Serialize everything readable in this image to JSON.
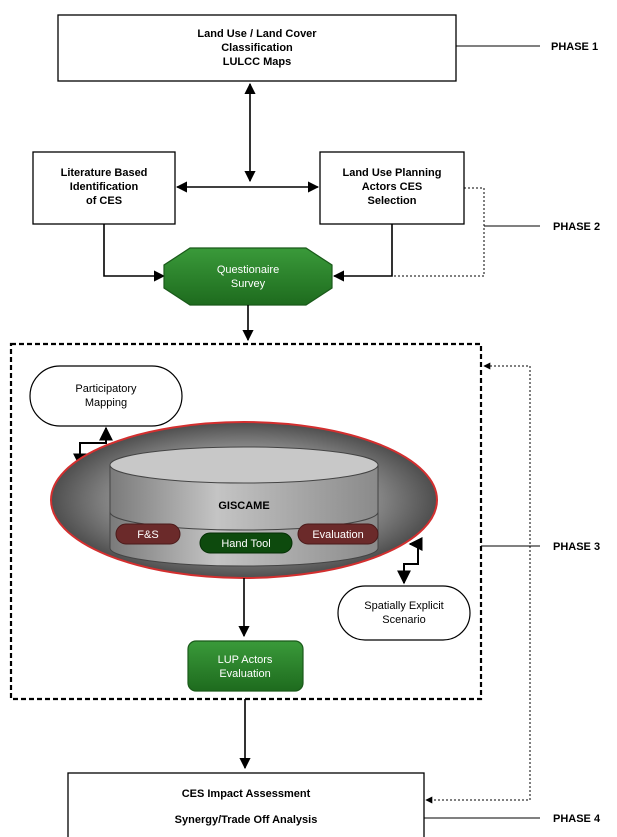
{
  "phase1": {
    "box_lines": [
      "Land Use / Land Cover",
      "Classification",
      "LULCC Maps"
    ],
    "label": "PHASE 1"
  },
  "phase2": {
    "literature_lines": [
      "Literature Based",
      "Identification",
      "of CES"
    ],
    "lup_selection_lines": [
      "Land Use Planning",
      "Actors CES",
      "Selection"
    ],
    "survey_lines": [
      "Questionaire",
      "Survey"
    ],
    "label": "PHASE 2"
  },
  "phase3": {
    "participatory_lines": [
      "Participatory",
      "Mapping"
    ],
    "giscame_title": "GISCAME",
    "modules": {
      "fs": "F&S",
      "hand_tool": "Hand Tool",
      "evaluation": "Evaluation"
    },
    "scenario_lines": [
      "Spatially Explicit",
      "Scenario"
    ],
    "lup_eval_lines": [
      "LUP Actors",
      "Evaluation"
    ],
    "label": "PHASE 3"
  },
  "phase4": {
    "box_lines": [
      "CES Impact Assessment",
      "Synergy/Trade Off Analysis"
    ],
    "label": "PHASE 4"
  },
  "colors": {
    "green_shape": "#2e7d32",
    "dark_green": "#0d4a0d",
    "maroon": "#6b2a2a",
    "ellipse_border": "#d32f2f",
    "gray": "#8a8a8a"
  }
}
